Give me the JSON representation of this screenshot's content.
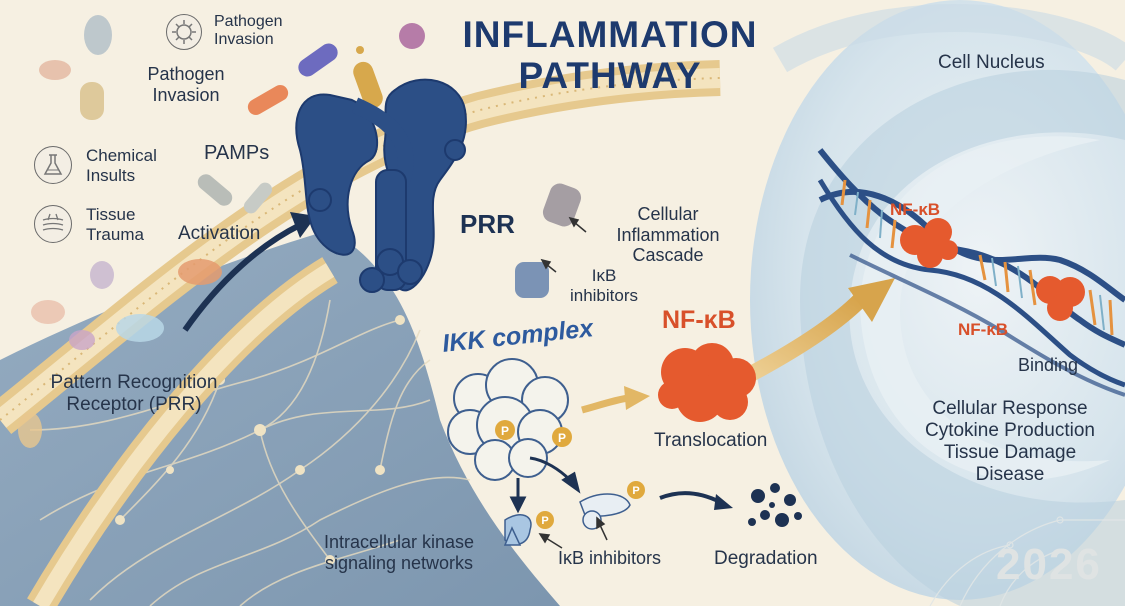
{
  "title": {
    "line1": "INFLAMMATION",
    "line2": "PATHWAY"
  },
  "labels": {
    "pathogen_top": {
      "line1": "Pathogen",
      "line2": "Invasion"
    },
    "pathogen": {
      "line1": "Pathogen",
      "line2": "Invasion"
    },
    "pamps": "PAMPs",
    "chemical": {
      "line1": "Chemical",
      "line2": "Insults"
    },
    "tissue": {
      "line1": "Tissue",
      "line2": "Trauma"
    },
    "activation": "Activation",
    "prr_full": {
      "line1": "Pattern Recognition",
      "line2": "Receptor (PRR)"
    },
    "prr": "PRR",
    "cascade": {
      "line1": "Cellular",
      "line2": "Inflammation",
      "line3": "Cascade"
    },
    "ikb_top": {
      "line1": "IκB",
      "line2": "inhibitors"
    },
    "ikk": "IKK complex",
    "nfkb_main": "NF-κB",
    "translocation": "Translocation",
    "kinase": {
      "line1": "Intracellular kinase",
      "line2": "signaling networks"
    },
    "ikb_bottom": "IκB inhibitors",
    "degradation": "Degradation",
    "nucleus": "Cell Nucleus",
    "nfkb_upper": "NF-κB",
    "nfkb_lower": "NF-κB",
    "binding": "Binding",
    "response": {
      "line1": "Cellular Response",
      "line2": "Cytokine Production",
      "line3": "Tissue Damage",
      "line4": "Disease"
    },
    "year": "2026"
  },
  "icons": [
    "virus-icon",
    "flask-icon",
    "skin-tissue-icon"
  ],
  "colors": {
    "title": "#1d3a6e",
    "nfkb": "#d8502a",
    "receptor": "#2c4f86",
    "translocation_arrow": "#d7a44c",
    "membrane": "#e6c98e",
    "nucleus": "#d6e4ec"
  }
}
